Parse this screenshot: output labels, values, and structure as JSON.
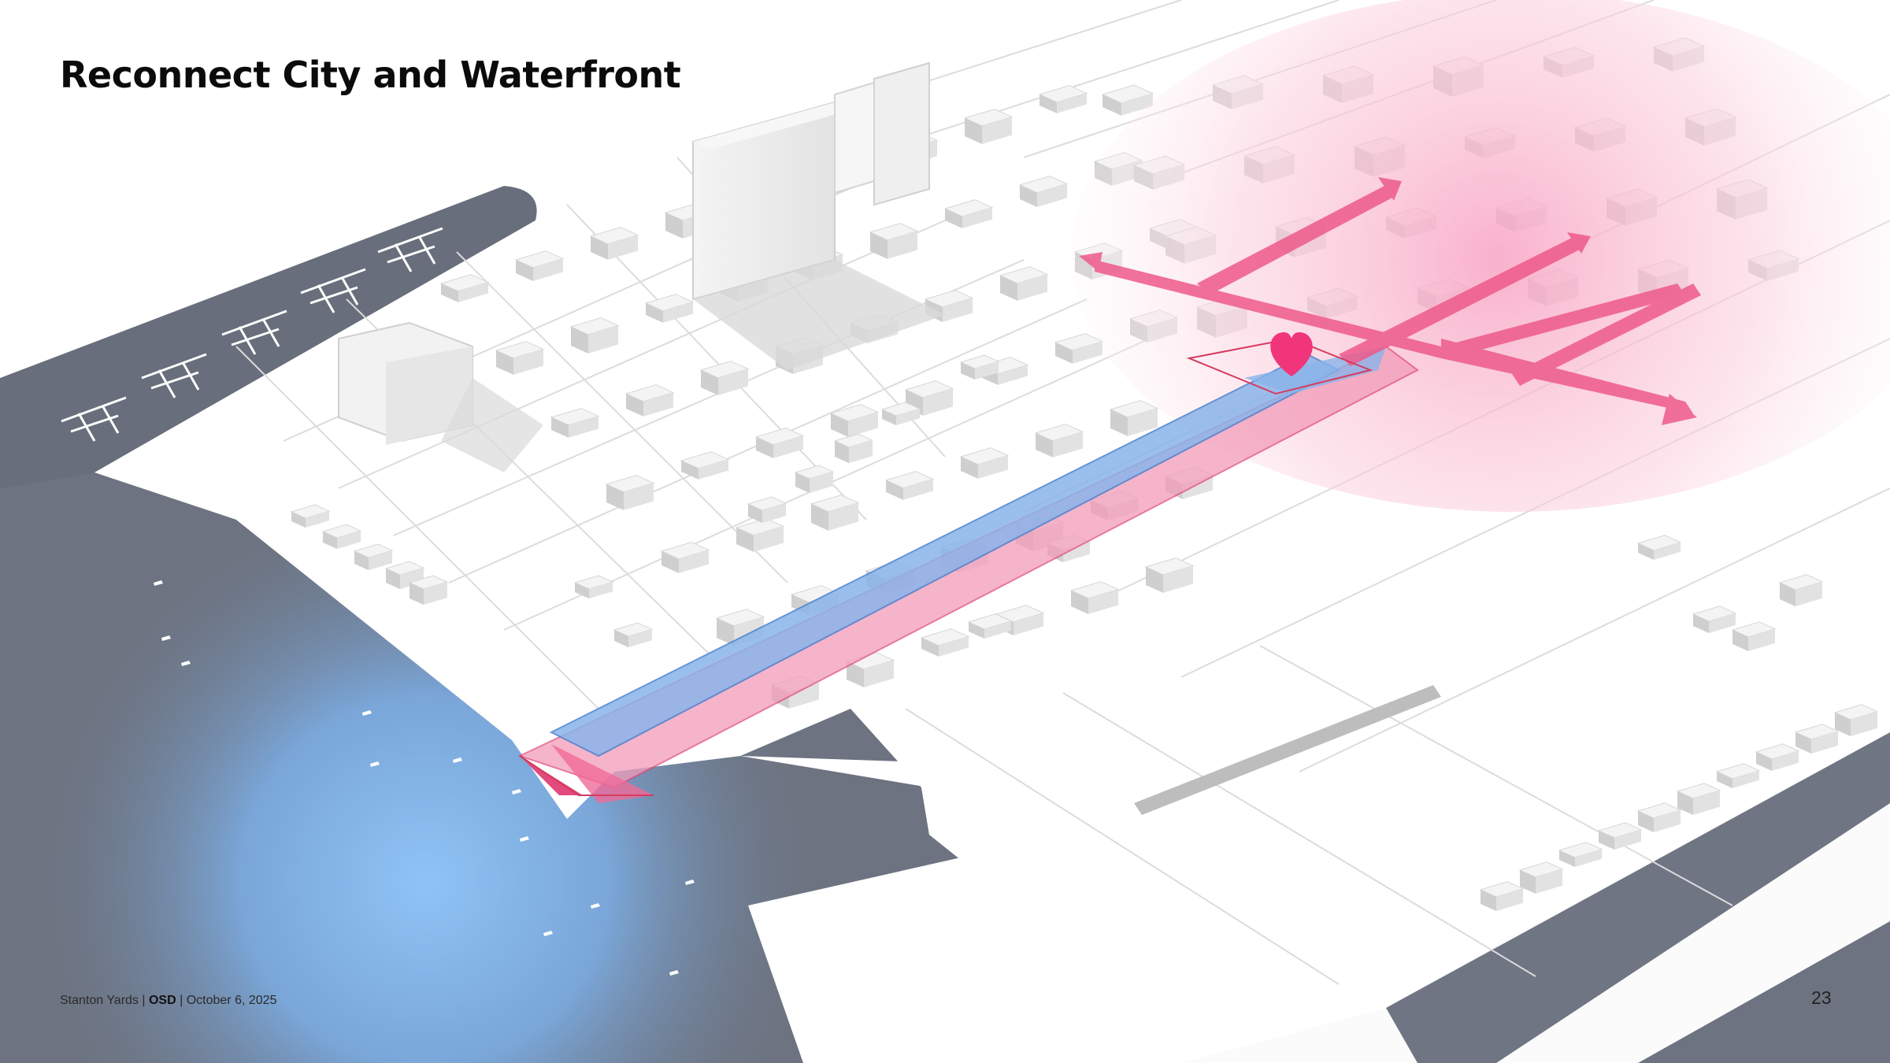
{
  "slide": {
    "title": "Reconnect City and Waterfront",
    "page_number": "23"
  },
  "footer": {
    "project": "Stanton Yards",
    "separator_1": "|",
    "firm": "OSD",
    "separator_2": "|",
    "date": "October 6, 2025"
  },
  "colors": {
    "water_dark": "#6d7380",
    "water_glow": "#8dc1f5",
    "land": "#ffffff",
    "building_face": "#f1f1f1",
    "building_shadow": "#d2d2d2",
    "pink_accent": "#ee4d84",
    "pink_fill": "#f4a7c0",
    "blue_corridor": "#8fb8ec",
    "heart": "#f0357a"
  },
  "icons": {
    "heart_marker": "heart-icon",
    "boats": "sailboat-icon"
  }
}
